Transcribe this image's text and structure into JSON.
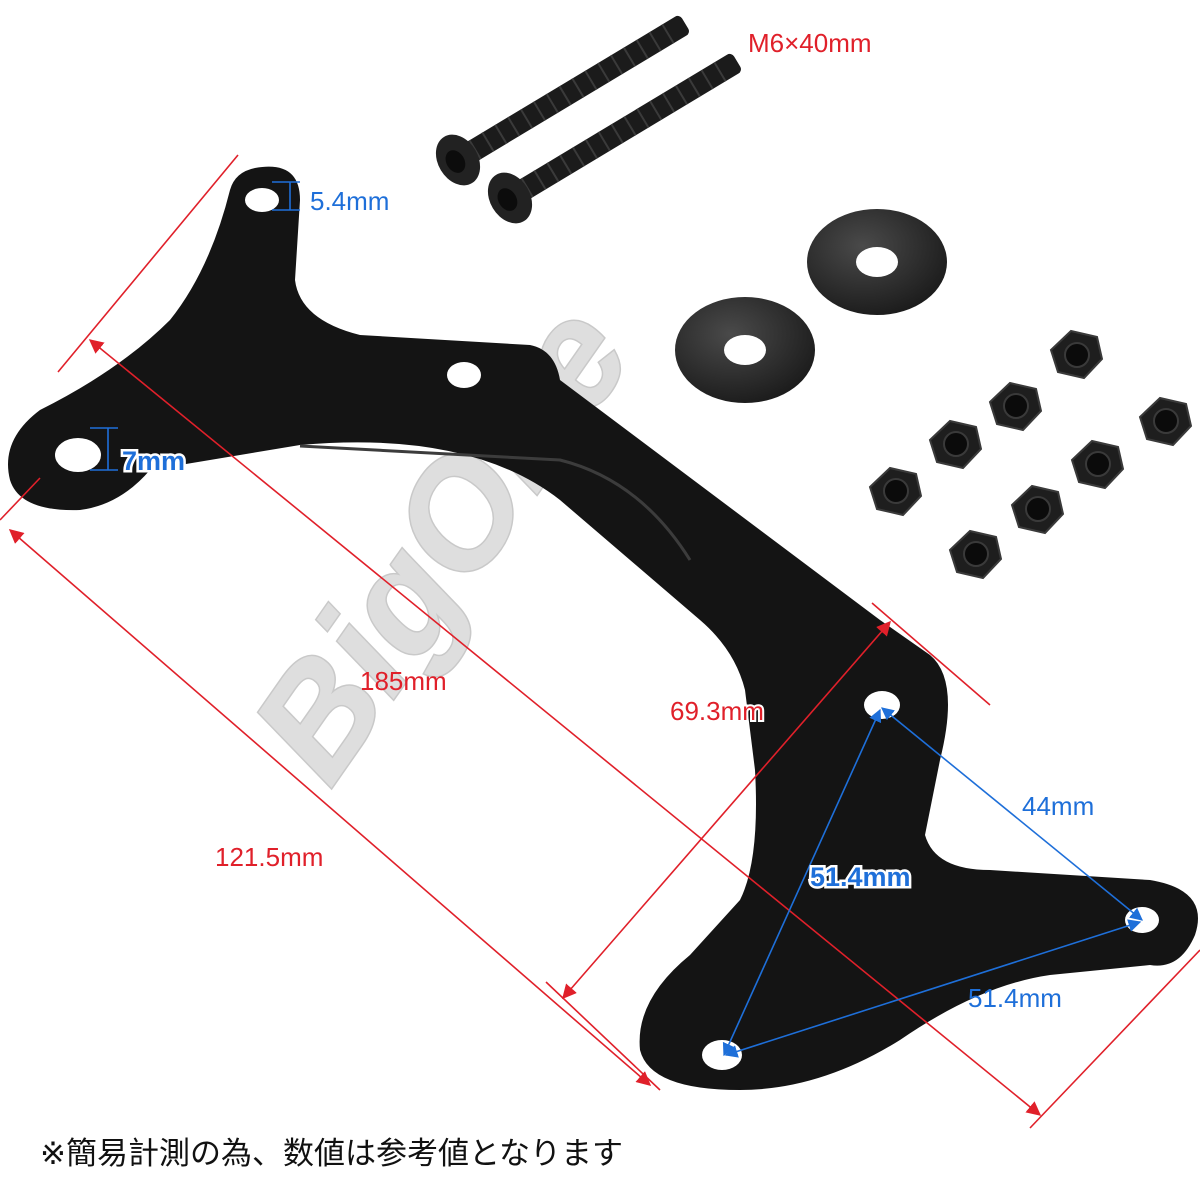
{
  "watermark": "BigOne",
  "hardware": {
    "bolt_spec": "M6×40mm"
  },
  "dimensions": {
    "top_hole_diameter": "5.4mm",
    "left_hole_diameter": "7mm",
    "overall_length": "185mm",
    "left_span": "121.5mm",
    "right_width": "69.3mm",
    "triangle_top_right": "44mm",
    "triangle_left": "51.4mm",
    "triangle_bottom": "51.4mm"
  },
  "footnote": "※簡易計測の為、数値は参考値となります",
  "colors": {
    "red_dimension": "#e0202a",
    "blue_dimension": "#1e6fd9",
    "part_black": "#141414"
  }
}
